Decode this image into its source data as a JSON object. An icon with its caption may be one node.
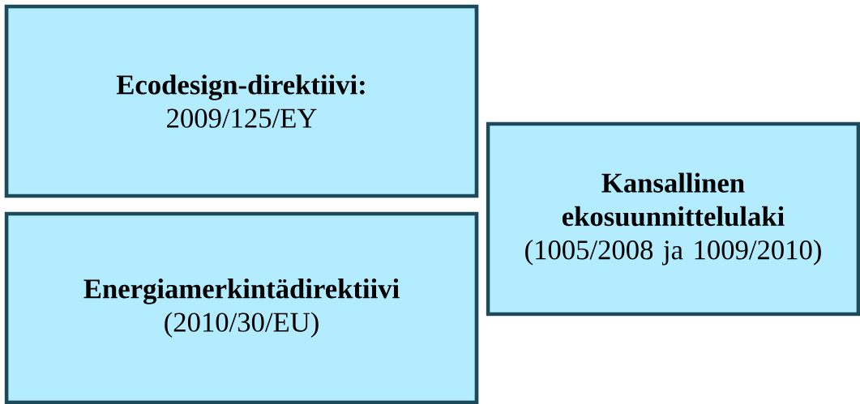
{
  "diagram": {
    "nodes": [
      {
        "text": [
          "Ecodesign-direktiivi:",
          "2009/125/EY"
        ]
      },
      {
        "text": [
          "Energiamerkintädirektiivi",
          "(2010/30/EU)"
        ]
      },
      {
        "text": [
          "Kansallinen ekosuunnittelulaki",
          "(1005/2008 ja 1009/2010)"
        ]
      }
    ]
  }
}
